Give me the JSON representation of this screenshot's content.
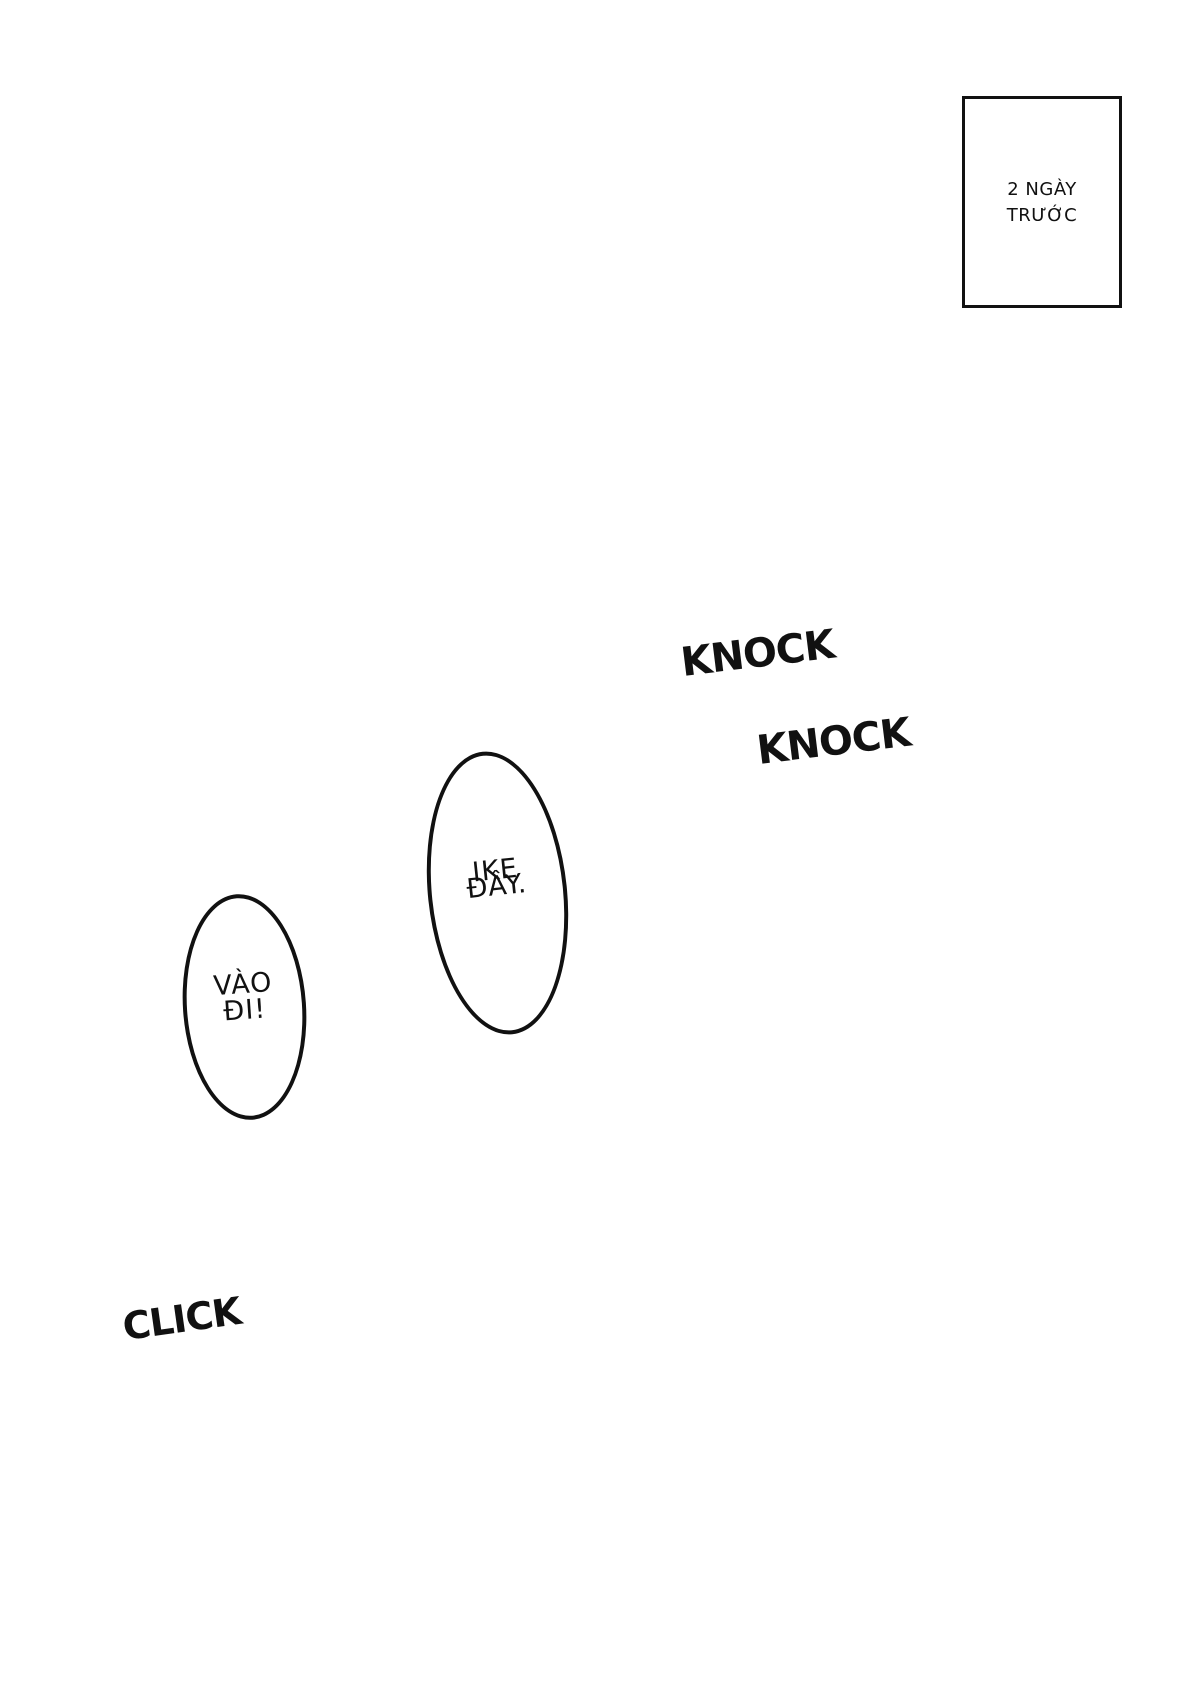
{
  "caption": {
    "lines": [
      "2 NGÀY",
      "TRƯỚC"
    ]
  },
  "sound_effects": {
    "knock_1": "KNOCK",
    "knock_2": "KNOCK",
    "click": "CLICK"
  },
  "bubbles": {
    "ike": {
      "lines": [
        "IKE",
        "ĐÂY."
      ]
    },
    "vao": {
      "lines": [
        "VÀO",
        "ĐI!"
      ]
    }
  }
}
